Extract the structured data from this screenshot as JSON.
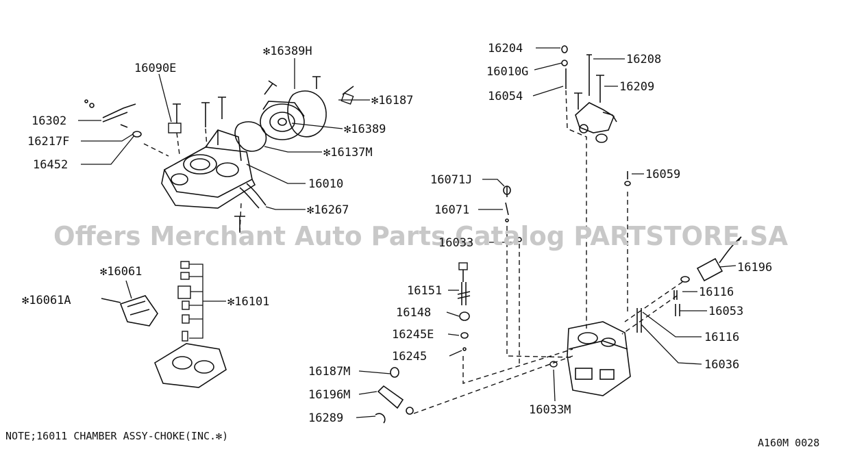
{
  "watermark": "Offers Merchant Auto Parts Catalog PARTSTORE.SA",
  "note": "NOTE;16011 CHAMBER ASSY-CHOKE(INC.✻)",
  "figure_code": "A160M 0028",
  "labels": {
    "l16389H": "✻16389H",
    "l16090E": "16090E",
    "l16187": "✻16187",
    "l16302": "16302",
    "l16389": "✻16389",
    "l16217F": "16217F",
    "l16137M": "✻16137M",
    "l16452": "16452",
    "l16010": "16010",
    "l16267": "✻16267",
    "l16061": "✻16061",
    "l16061A": "✻16061A",
    "l16101": "✻16101",
    "l16204": "16204",
    "l16208": "16208",
    "l16010G": "16010G",
    "l16209": "16209",
    "l16054": "16054",
    "l16059": "16059",
    "l16071J": "16071J",
    "l16071": "16071",
    "l16033": "16033",
    "l16196": "16196",
    "l16151": "16151",
    "l16116a": "16116",
    "l16148": "16148",
    "l16053": "16053",
    "l16245E": "16245E",
    "l16116b": "16116",
    "l16245": "16245",
    "l16036": "16036",
    "l16187M": "16187M",
    "l16196M": "16196M",
    "l16033M": "16033M",
    "l16289": "16289"
  }
}
